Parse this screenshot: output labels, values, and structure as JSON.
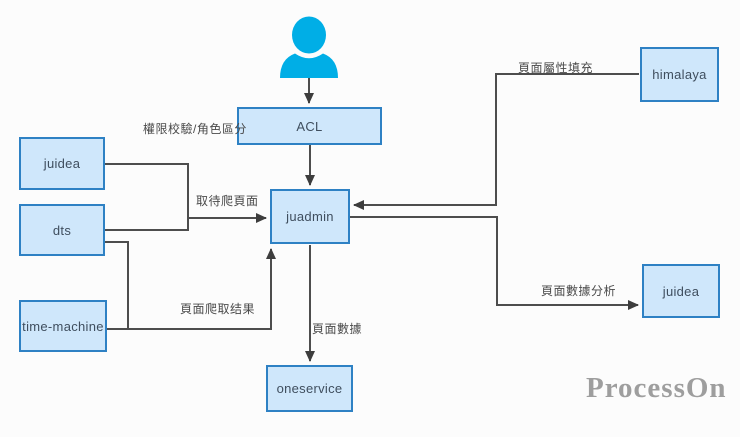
{
  "diagram": {
    "nodes": [
      {
        "id": "juidea-left",
        "label": "juidea"
      },
      {
        "id": "dts",
        "label": "dts"
      },
      {
        "id": "time-machine",
        "label": "time-machine"
      },
      {
        "id": "acl",
        "label": "ACL"
      },
      {
        "id": "juadmin",
        "label": "juadmin"
      },
      {
        "id": "oneservice",
        "label": "oneservice"
      },
      {
        "id": "himalaya",
        "label": "himalaya"
      },
      {
        "id": "juidea-right",
        "label": "juidea"
      }
    ],
    "edge_labels": {
      "perm": "權限校驗/角色區分",
      "fetch": "取待爬頁面",
      "crawl_result": "頁面爬取结果",
      "page_data": "頁面數據",
      "attr_fill": "頁面屬性填充",
      "data_analysis": "頁面數據分析"
    },
    "edges": [
      {
        "from": "user-icon",
        "to": "ACL",
        "label": ""
      },
      {
        "from": "ACL",
        "to": "juadmin",
        "label": "權限校驗/角色區分"
      },
      {
        "from": "juidea-left",
        "to": "juadmin",
        "label": "取待爬頁面"
      },
      {
        "from": "dts",
        "to": "juadmin",
        "label": "取待爬頁面"
      },
      {
        "from": "dts",
        "to": "juadmin",
        "label": "頁面爬取结果"
      },
      {
        "from": "time-machine",
        "to": "juadmin",
        "label": "頁面爬取结果"
      },
      {
        "from": "juadmin",
        "to": "oneservice",
        "label": "頁面數據"
      },
      {
        "from": "himalaya",
        "to": "juadmin",
        "label": "頁面屬性填充"
      },
      {
        "from": "juadmin",
        "to": "juidea-right",
        "label": "頁面數據分析"
      }
    ]
  },
  "icons": [
    {
      "name": "user-icon",
      "color": "#00aee6"
    }
  ],
  "colors": {
    "node_fill": "#cfe7fb",
    "node_border": "#2e81c4",
    "node_text": "#3f4e5e",
    "connector": "#4d4d4d",
    "edge_label_text": "#4a4a4a",
    "user_icon": "#00aee6",
    "watermark": "#9e9e9e"
  },
  "watermark": "ProcessOn"
}
